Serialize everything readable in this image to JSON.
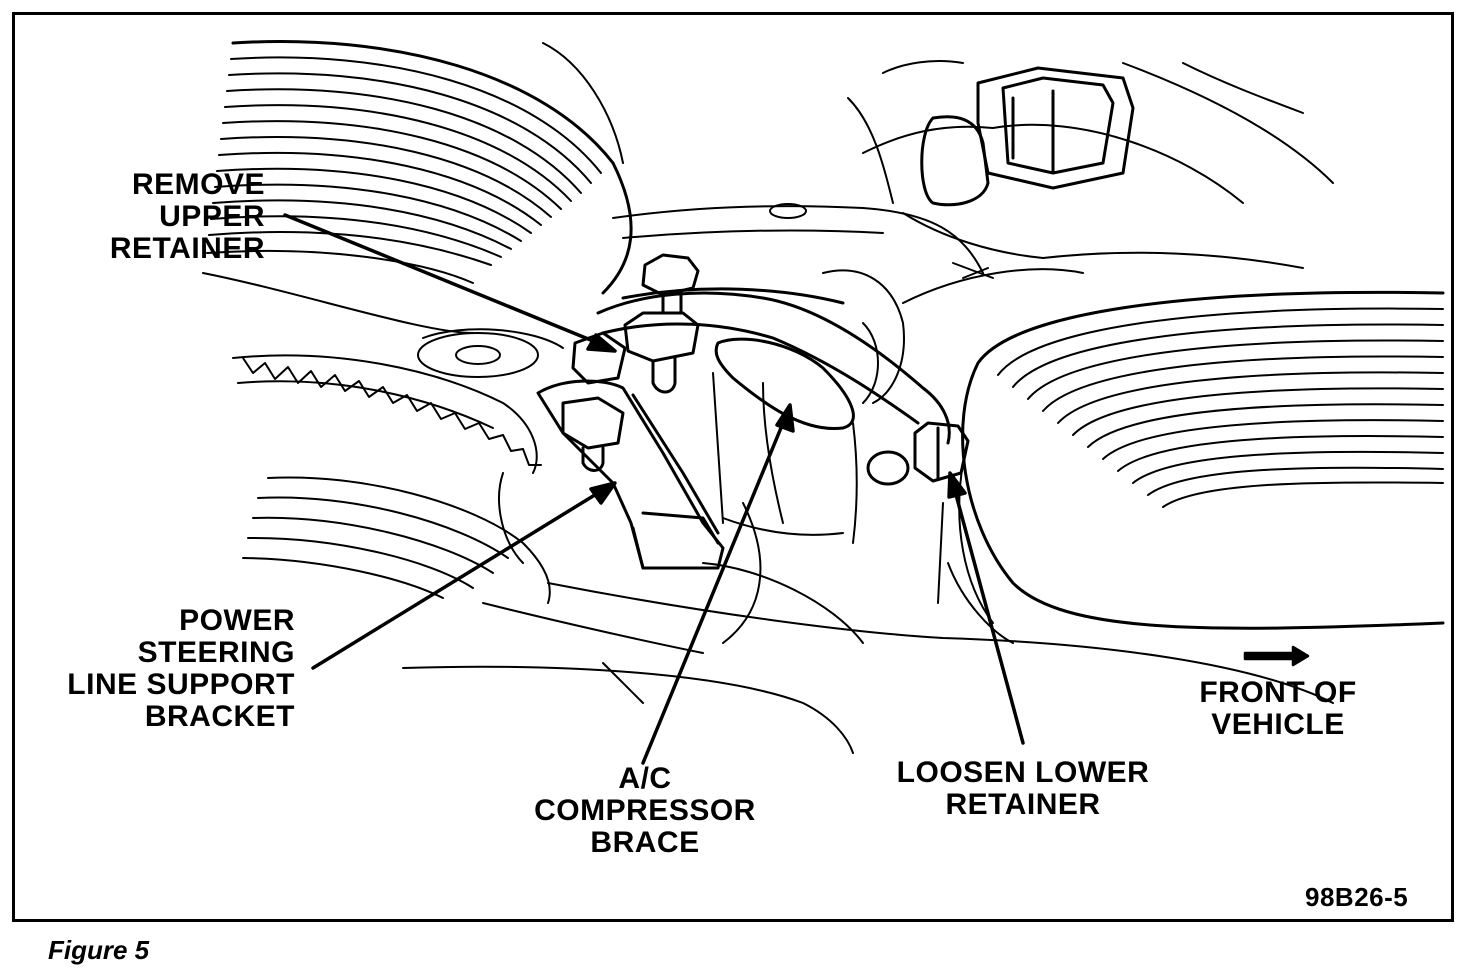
{
  "callouts": {
    "upper_retainer": [
      "REMOVE",
      "UPPER",
      "RETAINER"
    ],
    "ps_bracket": [
      "POWER",
      "STEERING",
      "LINE SUPPORT",
      "BRACKET"
    ],
    "ac_brace": [
      "A/C",
      "COMPRESSOR",
      "BRACE"
    ],
    "lower_retainer": [
      "LOOSEN LOWER",
      "RETAINER"
    ],
    "front_of_vehicle": [
      "FRONT OF",
      "VEHICLE"
    ]
  },
  "figure_code": "98B26-5",
  "caption": "Figure 5",
  "colors": {
    "ink": "#000000",
    "paper": "#ffffff"
  }
}
